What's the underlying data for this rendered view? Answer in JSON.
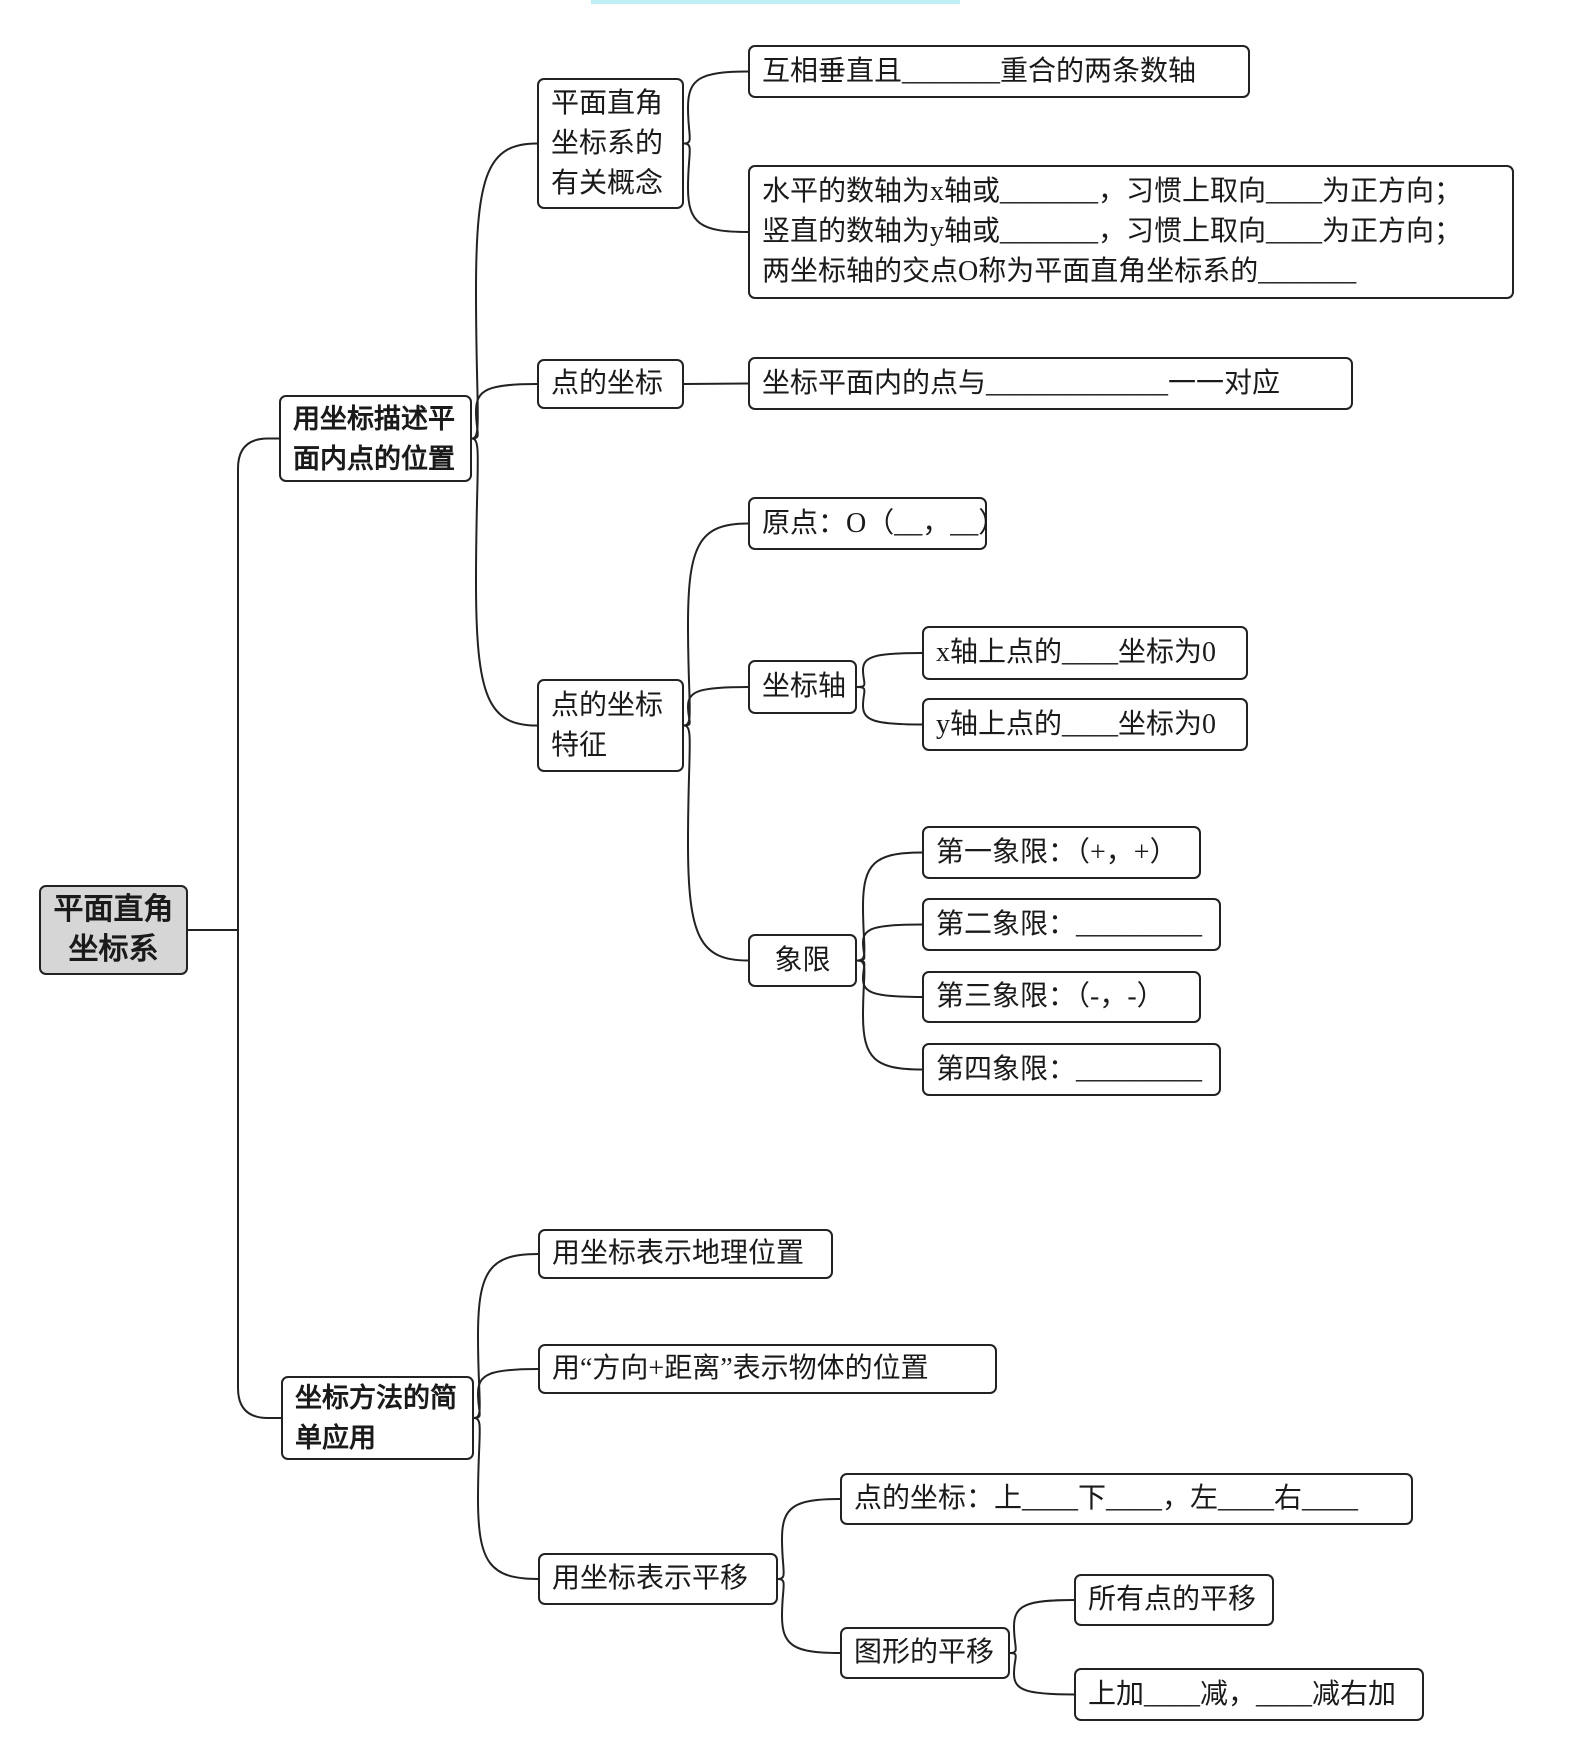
{
  "root": {
    "line1": "平面直角",
    "line2": "坐标系"
  },
  "branch_a": {
    "label": "用坐标描述平面内点的位置",
    "concepts": {
      "label": "平面直角坐标系的有关概念",
      "axes_def": "互相垂直且_______重合的两条数轴",
      "x_line": "水平的数轴为x轴或_______，习惯上取向____为正方向；",
      "y_line": "竖直的数轴为y轴或_______，习惯上取向____为正方向；",
      "origin_line": "两坐标轴的交点O称为平面直角坐标系的_______"
    },
    "point_coords": {
      "label": "点的坐标",
      "text": "坐标平面内的点与_____________一一对应"
    },
    "features": {
      "label": "点的坐标特征",
      "origin": "原点：O（__，__）",
      "axes": {
        "label": "坐标轴",
        "x_axis": "x轴上点的____坐标为0",
        "y_axis": "y轴上点的____坐标为0"
      },
      "quadrants": {
        "label": "象限",
        "items": [
          "第一象限：（+，+）",
          "第二象限：_________",
          "第三象限：（-，-）",
          "第四象限：_________"
        ]
      }
    }
  },
  "branch_b": {
    "label": "坐标方法的简单应用",
    "geo": "用坐标表示地理位置",
    "direction": "用“方向+距离”表示物体的位置",
    "translation": {
      "label": "用坐标表示平移",
      "point": "点的坐标：上____下____，左____右____",
      "figure": {
        "label": "图形的平移",
        "all_points": "所有点的平移",
        "rule": "上加____减，____减右加"
      }
    }
  }
}
